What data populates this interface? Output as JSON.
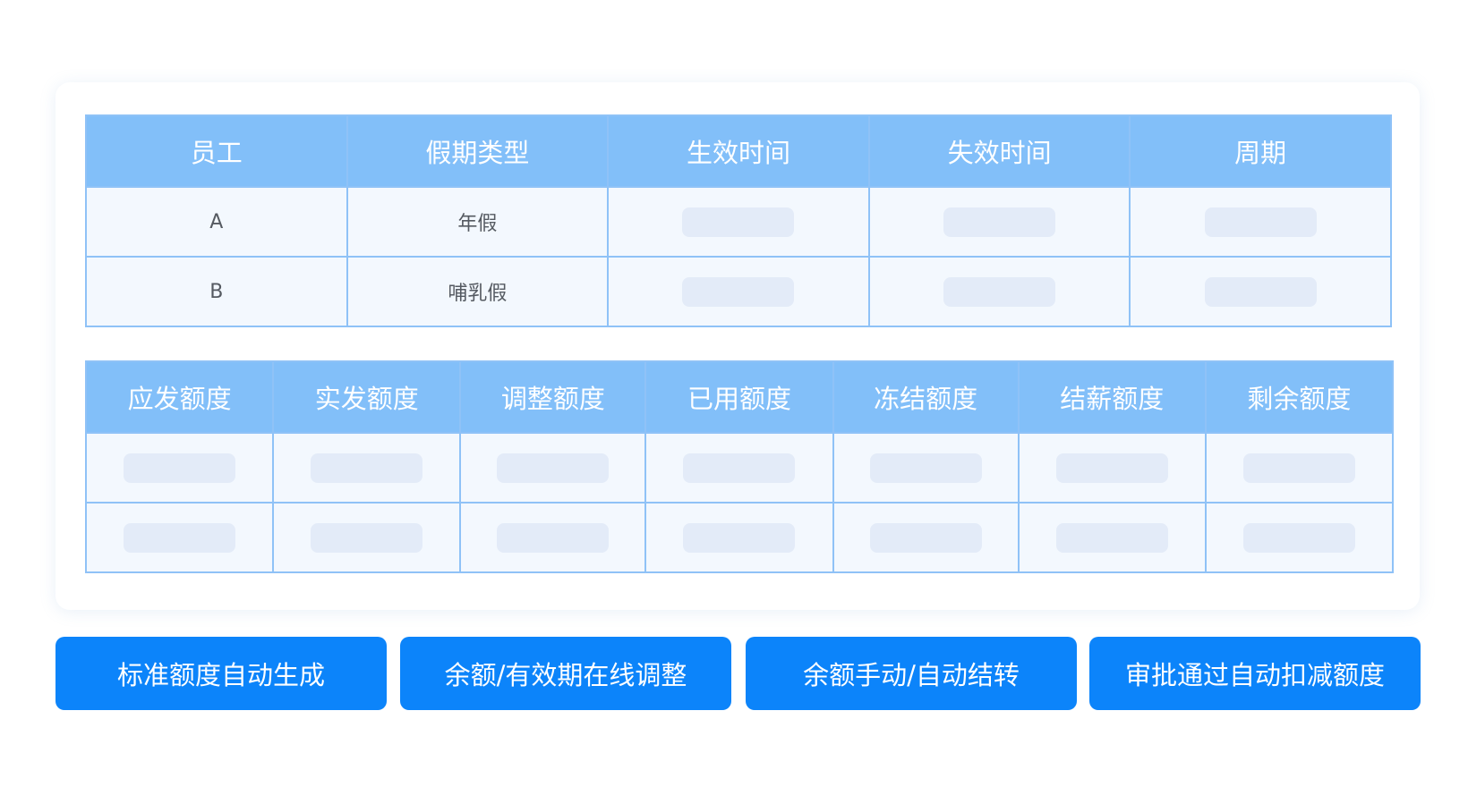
{
  "assignment_table": {
    "columns": [
      "员工",
      "假期类型",
      "生效时间",
      "失效时间",
      "周期"
    ],
    "rows": [
      {
        "employee": "A",
        "leave_type": "年假"
      },
      {
        "employee": "B",
        "leave_type": "哺乳假"
      }
    ]
  },
  "quota_table": {
    "columns": [
      "应发额度",
      "实发额度",
      "调整额度",
      "已用额度",
      "冻结额度",
      "结薪额度",
      "剩余额度"
    ]
  },
  "features": [
    {
      "label": "标准额度自动生成"
    },
    {
      "label": "余额/有效期在线调整"
    },
    {
      "label": "余额手动/自动结转"
    },
    {
      "label": "审批通过自动扣减额度"
    }
  ],
  "colors": {
    "header_bg": "#82bff9",
    "cell_bg": "#f3f8fe",
    "border": "#8fc2f7",
    "placeholder": "#e3ebf8",
    "button": "#0c84fa"
  }
}
